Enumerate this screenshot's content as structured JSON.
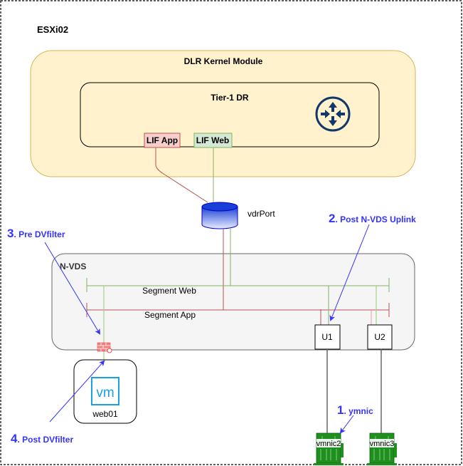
{
  "diagram": {
    "host_label": "ESXi02",
    "dlr_module": {
      "title": "DLR Kernel Module"
    },
    "tier1_dr": {
      "title": "Tier-1 DR",
      "icon": "router-icon"
    },
    "lifs": [
      {
        "label": "LIF App",
        "color": "#b85450",
        "fill": "#f8cecc"
      },
      {
        "label": "LIF Web",
        "color": "#82b366",
        "fill": "#d5e8d4"
      }
    ],
    "vdr_port": {
      "label": "vdrPort",
      "icon": "database-cylinder-icon"
    },
    "nvds": {
      "title": "N-VDS",
      "segments": [
        {
          "label": "Segment Web",
          "color": "#82b366"
        },
        {
          "label": "Segment App",
          "color": "#b85450"
        }
      ],
      "uplinks": [
        "U1",
        "U2"
      ]
    },
    "dvfilter": {
      "icon": "firewall-icon"
    },
    "vm": {
      "label": "web01",
      "icon_text": "vm",
      "icon_color": "#1ba1e2"
    },
    "nics": [
      {
        "label": "vmnic2",
        "icon": "network-card-icon"
      },
      {
        "label": "vmnic3",
        "icon": "network-card-icon"
      }
    ],
    "annotations": [
      {
        "number": "1",
        "text": ". ymnic"
      },
      {
        "number": "2",
        "text": ". Post N-VDS Uplink"
      },
      {
        "number": "3",
        "text": ". Pre DVfilter"
      },
      {
        "number": "4",
        "text": ". Post DVfilter"
      }
    ],
    "annotation_color": "#3333ff"
  }
}
